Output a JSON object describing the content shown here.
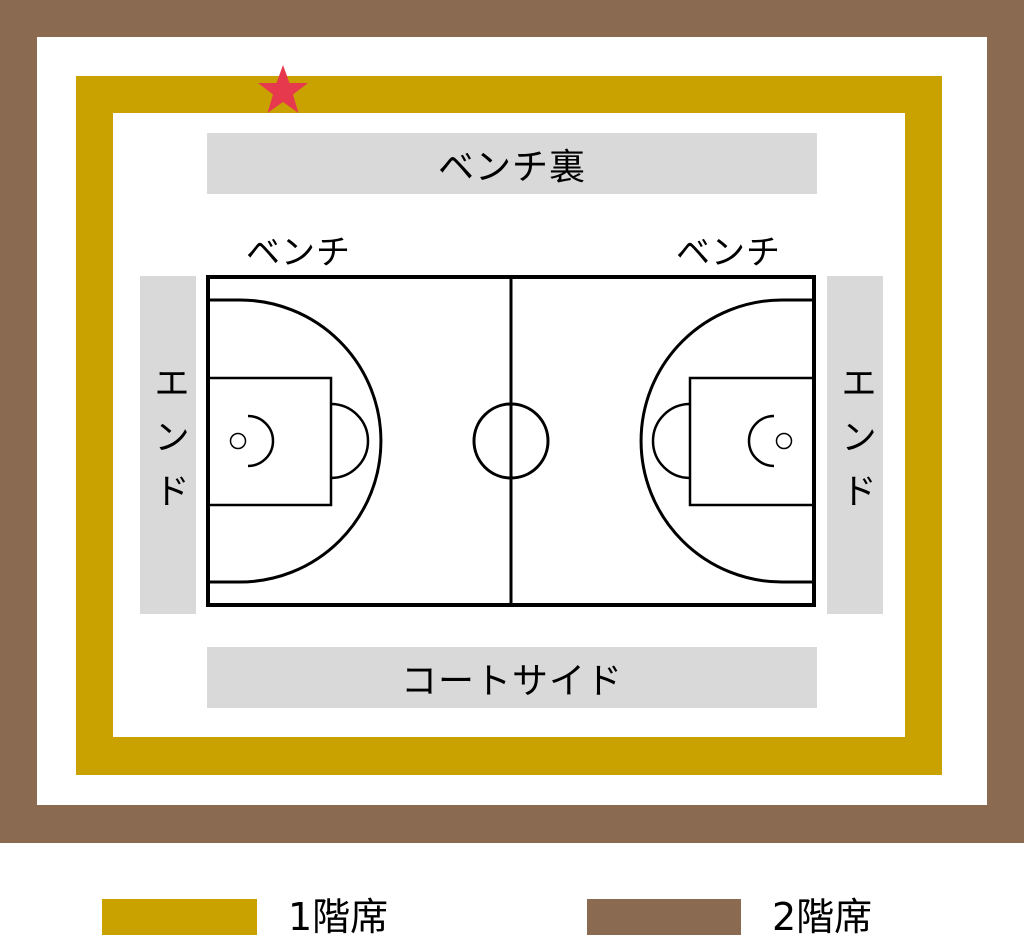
{
  "colors": {
    "tier1": "#c9a200",
    "tier2": "#8a6b52",
    "zone": "#d9d9d9",
    "marker": "#e6394e"
  },
  "zones": {
    "bench_back": "ベンチ裏",
    "courtside": "コートサイド",
    "end_left": "エンド",
    "end_right": "エンド",
    "bench_left": "ベンチ",
    "bench_right": "ベンチ"
  },
  "marker_icon": "star-icon",
  "legend": [
    {
      "label": "1階席",
      "color": "#c9a200"
    },
    {
      "label": "2階席",
      "color": "#8a6b52"
    }
  ]
}
